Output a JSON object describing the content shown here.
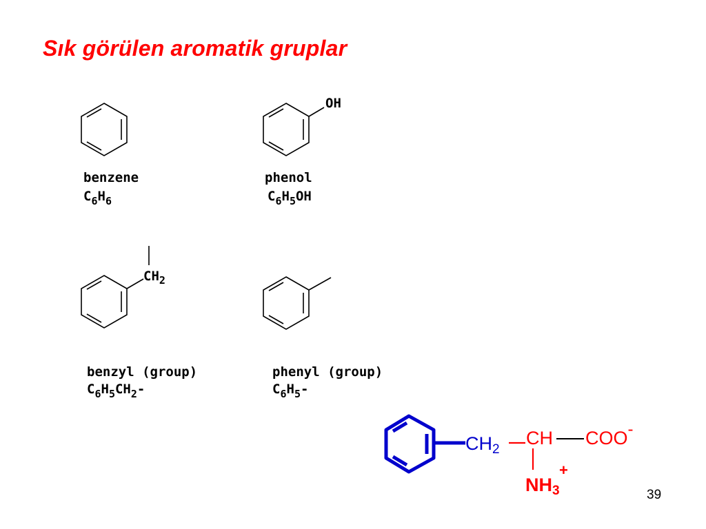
{
  "title": "Sık görülen aromatik gruplar",
  "page_number": "39",
  "colors": {
    "title": "#ff0000",
    "ring_blue": "#0000cc",
    "red_bond": "#ff0000"
  },
  "molecules": {
    "benzene": {
      "name": "benzene",
      "formula": [
        {
          "t": "C"
        },
        {
          "s": "6"
        },
        {
          "t": "H"
        },
        {
          "s": "6"
        }
      ]
    },
    "phenol": {
      "name": "phenol",
      "substituent": "OH",
      "formula": [
        {
          "t": "C"
        },
        {
          "s": "6"
        },
        {
          "t": "H"
        },
        {
          "s": "5"
        },
        {
          "t": "OH"
        }
      ]
    },
    "benzyl": {
      "name": "benzyl (group)",
      "substituent": {
        "main": "CH",
        "sub": "2"
      },
      "formula": [
        {
          "t": "C"
        },
        {
          "s": "6"
        },
        {
          "t": "H"
        },
        {
          "s": "5"
        },
        {
          "t": "CH"
        },
        {
          "s": "2"
        },
        {
          "t": "-"
        }
      ]
    },
    "phenyl": {
      "name": "phenyl (group)",
      "formula": [
        {
          "t": "C"
        },
        {
          "s": "6"
        },
        {
          "t": "H"
        },
        {
          "s": "5"
        },
        {
          "t": "-"
        }
      ]
    }
  },
  "phenylalanine": {
    "ch2": {
      "main": "CH",
      "sub": "2"
    },
    "ch": "CH",
    "coo": {
      "main": "COO",
      "sup": "-"
    },
    "nh3": {
      "main": "NH",
      "sub": "3",
      "sup": "+"
    }
  }
}
